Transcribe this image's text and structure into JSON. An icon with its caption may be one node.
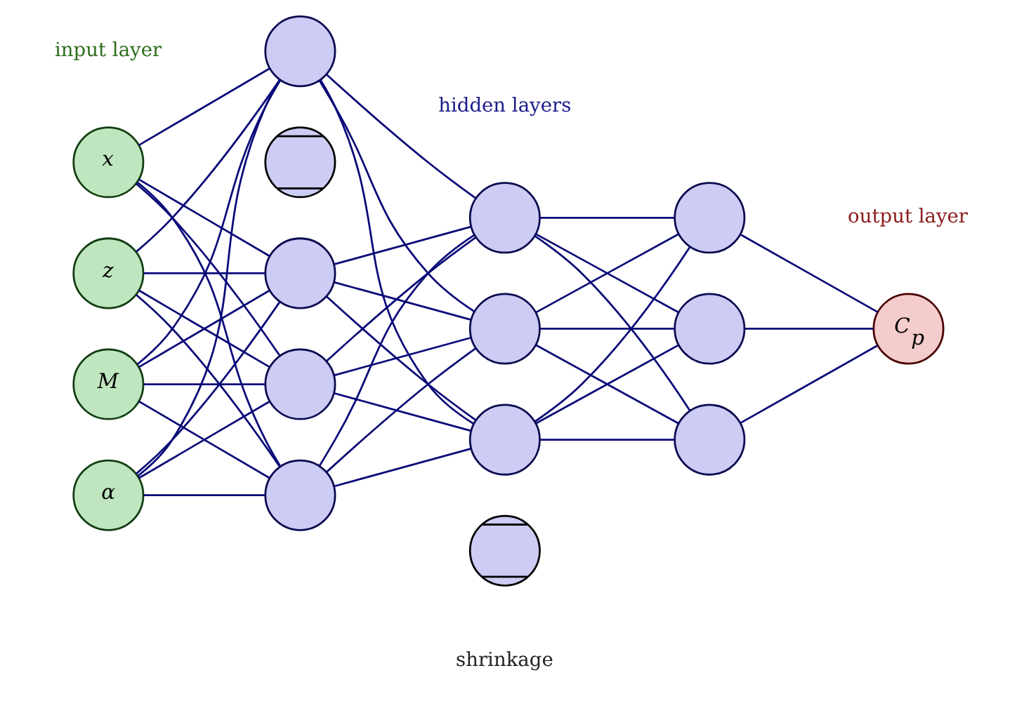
{
  "diagram": {
    "nodes": [
      {
        "text": [
          "x"
        ]
      },
      {
        "text": [
          "z"
        ]
      },
      {
        "text": [
          "M"
        ]
      },
      {
        "text": [
          "α"
        ]
      },
      {
        "text": [],
        "shape": "circle"
      },
      {
        "text": [],
        "shape": "circle"
      },
      {
        "text": [],
        "shape": "circle"
      },
      {
        "text": [],
        "shape": "circle"
      },
      {
        "text": [],
        "shape": "circle"
      },
      {
        "text": [],
        "shape": "circle"
      },
      {
        "text": [],
        "shape": "circle"
      },
      {
        "text": [],
        "shape": "circle"
      },
      {
        "text": [],
        "shape": "circle"
      },
      {
        "text": [],
        "shape": "circle"
      },
      {
        "text": [],
        "shape": "circle"
      },
      {
        "text": [],
        "shape": "circle"
      },
      {
        "text": [
          "C$_{p}$"
        ]
      }
    ],
    "edges": [
      {
        "from": 0,
        "to": 4,
        "arrow": "none"
      },
      {
        "from": 0,
        "to": 6,
        "arrow": "none"
      },
      {
        "from": 0,
        "to": 7,
        "arrow": "none"
      },
      {
        "from": 0,
        "to": 8,
        "arrow": "none"
      },
      {
        "from": 1,
        "to": 4,
        "arrow": "none"
      },
      {
        "from": 1,
        "to": 6,
        "arrow": "none"
      },
      {
        "from": 1,
        "to": 7,
        "arrow": "none"
      },
      {
        "from": 1,
        "to": 8,
        "arrow": "none"
      },
      {
        "from": 2,
        "to": 4,
        "arrow": "none"
      },
      {
        "from": 2,
        "to": 6,
        "arrow": "none"
      },
      {
        "from": 2,
        "to": 7,
        "arrow": "none"
      },
      {
        "from": 2,
        "to": 8,
        "arrow": "none"
      },
      {
        "from": 3,
        "to": 4,
        "arrow": "none"
      },
      {
        "from": 3,
        "to": 6,
        "arrow": "none"
      },
      {
        "from": 3,
        "to": 7,
        "arrow": "none"
      },
      {
        "from": 3,
        "to": 8,
        "arrow": "none"
      },
      {
        "from": 4,
        "to": 9,
        "arrow": "none"
      },
      {
        "from": 4,
        "to": 10,
        "arrow": "none"
      },
      {
        "from": 4,
        "to": 11,
        "arrow": "none"
      },
      {
        "from": 6,
        "to": 9,
        "arrow": "none"
      },
      {
        "from": 6,
        "to": 10,
        "arrow": "none"
      },
      {
        "from": 6,
        "to": 11,
        "arrow": "none"
      },
      {
        "from": 7,
        "to": 9,
        "arrow": "none"
      },
      {
        "from": 7,
        "to": 10,
        "arrow": "none"
      },
      {
        "from": 7,
        "to": 11,
        "arrow": "none"
      },
      {
        "from": 8,
        "to": 9,
        "arrow": "none"
      },
      {
        "from": 8,
        "to": 10,
        "arrow": "none"
      },
      {
        "from": 8,
        "to": 11,
        "arrow": "none"
      },
      {
        "from": 9,
        "to": 13,
        "arrow": "none"
      },
      {
        "from": 9,
        "to": 14,
        "arrow": "none"
      },
      {
        "from": 9,
        "to": 15,
        "arrow": "none"
      },
      {
        "from": 10,
        "to": 13,
        "arrow": "none"
      },
      {
        "from": 10,
        "to": 14,
        "arrow": "none"
      },
      {
        "from": 10,
        "to": 15,
        "arrow": "none"
      },
      {
        "from": 11,
        "to": 13,
        "arrow": "none"
      },
      {
        "from": 11,
        "to": 14,
        "arrow": "none"
      },
      {
        "from": 11,
        "to": 15,
        "arrow": "none"
      },
      {
        "from": 13,
        "to": 16,
        "arrow": "none"
      },
      {
        "from": 14,
        "to": 16,
        "arrow": "none"
      },
      {
        "from": 15,
        "to": 16,
        "arrow": "none"
      }
    ],
    "labels": [
      "input layer",
      "hidden layers",
      "output layer",
      "shrinkage"
    ]
  }
}
